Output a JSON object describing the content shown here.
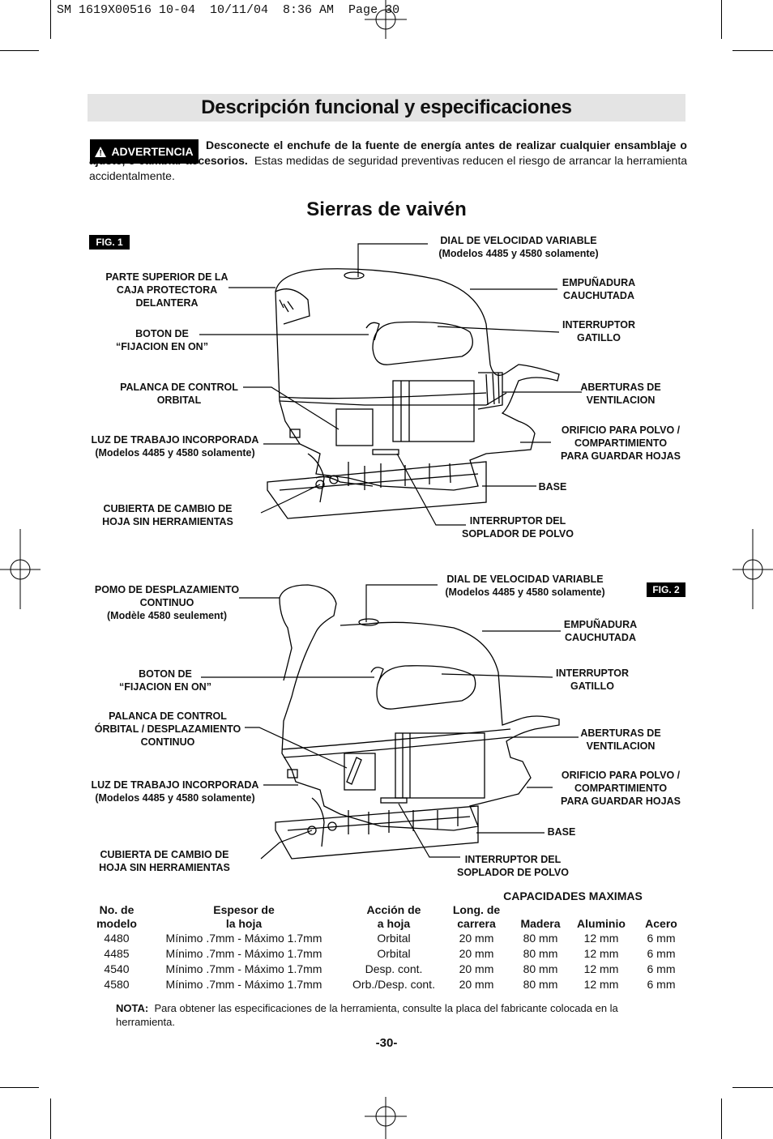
{
  "slug": "SM 1619X00516 10-04  10/11/04  8:36 AM  Page 30",
  "title": "Descripción funcional y especificaciones",
  "warning": {
    "badge": "ADVERTENCIA",
    "bold_text": "Desconecte el enchufe de la fuente de energía antes de realizar cualquier ensamblaje o ajuste, o cambiar accesorios.",
    "normal_text": "Estas medidas de seguridad preventivas reducen el riesgo de arrancar la herramienta accidentalmente."
  },
  "section_title": "Sierras de vaivén",
  "fig1": {
    "tag": "FIG. 1",
    "labels": {
      "dial": [
        "DIAL DE VELOCIDAD VARIABLE",
        "(Modelos 4485 y 4580 solamente)"
      ],
      "top_housing": [
        "PARTE SUPERIOR DE LA",
        "CAJA PROTECTORA",
        "DELANTERA"
      ],
      "grip": [
        "EMPUÑADURA",
        "CAUCHUTADA"
      ],
      "lock_button": [
        "BOTON DE",
        "“FIJACION EN ON”"
      ],
      "trigger": [
        "INTERRUPTOR",
        "GATILLO"
      ],
      "orbital_lever": [
        "PALANCA DE CONTROL",
        "ORBITAL"
      ],
      "vents": [
        "ABERTURAS DE",
        "VENTILACION"
      ],
      "work_light": [
        "LUZ DE TRABAJO INCORPORADA",
        "(Modelos 4485 y 4580 solamente)"
      ],
      "dust_port": [
        "ORIFICIO PARA POLVO /",
        "COMPARTIMIENTO",
        "PARA GUARDAR HOJAS"
      ],
      "base": [
        "BASE"
      ],
      "blade_cover": [
        "CUBIERTA DE CAMBIO DE",
        "HOJA SIN HERRAMIENTAS"
      ],
      "blower": [
        "INTERRUPTOR DEL",
        "SOPLADOR DE POLVO"
      ]
    }
  },
  "fig2": {
    "tag": "FIG. 2",
    "labels": {
      "knob": [
        "POMO DE DESPLAZAMIENTO",
        "CONTINUO",
        "(Modèle 4580 seulement)"
      ],
      "dial": [
        "DIAL DE VELOCIDAD VARIABLE",
        "(Modelos 4485 y 4580 solamente)"
      ],
      "grip": [
        "EMPUÑADURA",
        "CAUCHUTADA"
      ],
      "lock_button": [
        "BOTON DE",
        "“FIJACION EN ON”"
      ],
      "trigger": [
        "INTERRUPTOR",
        "GATILLO"
      ],
      "orbital_lever": [
        "PALANCA DE CONTROL",
        "ÓRBITAL / DESPLAZAMIENTO",
        "CONTINUO"
      ],
      "vents": [
        "ABERTURAS DE",
        "VENTILACION"
      ],
      "work_light": [
        "LUZ DE TRABAJO INCORPORADA",
        "(Modelos 4485 y 4580 solamente)"
      ],
      "dust_port": [
        "ORIFICIO PARA POLVO /",
        "COMPARTIMIENTO",
        "PARA GUARDAR HOJAS"
      ],
      "base": [
        "BASE"
      ],
      "blade_cover": [
        "CUBIERTA DE CAMBIO DE",
        "HOJA SIN HERRAMIENTAS"
      ],
      "blower": [
        "INTERRUPTOR DEL",
        "SOPLADOR DE POLVO"
      ]
    }
  },
  "specs": {
    "group_header": "CAPACIDADES MAXIMAS",
    "headers": [
      [
        "No. de",
        "modelo"
      ],
      [
        "Espesor de",
        "la hoja"
      ],
      [
        "Acción de",
        "a hoja"
      ],
      [
        "Long. de",
        "carrera"
      ],
      [
        "",
        "Madera"
      ],
      [
        "",
        "Aluminio"
      ],
      [
        "",
        "Acero"
      ]
    ],
    "rows": [
      [
        "4480",
        "Mínimo .7mm - Máximo 1.7mm",
        "Orbital",
        "20 mm",
        "80 mm",
        "12 mm",
        "6 mm"
      ],
      [
        "4485",
        "Mínimo .7mm - Máximo 1.7mm",
        "Orbital",
        "20 mm",
        "80 mm",
        "12 mm",
        "6 mm"
      ],
      [
        "4540",
        "Mínimo .7mm - Máximo 1.7mm",
        "Desp. cont.",
        "20 mm",
        "80 mm",
        "12 mm",
        "6 mm"
      ],
      [
        "4580",
        "Mínimo .7mm - Máximo 1.7mm",
        "Orb./Desp. cont.",
        "20 mm",
        "80 mm",
        "12 mm",
        "6 mm"
      ]
    ]
  },
  "note": {
    "label": "NOTA:",
    "text": "Para obtener las especificaciones de la herramienta, consulte la placa del fabricante colocada en la herramienta."
  },
  "page_number": "-30-"
}
